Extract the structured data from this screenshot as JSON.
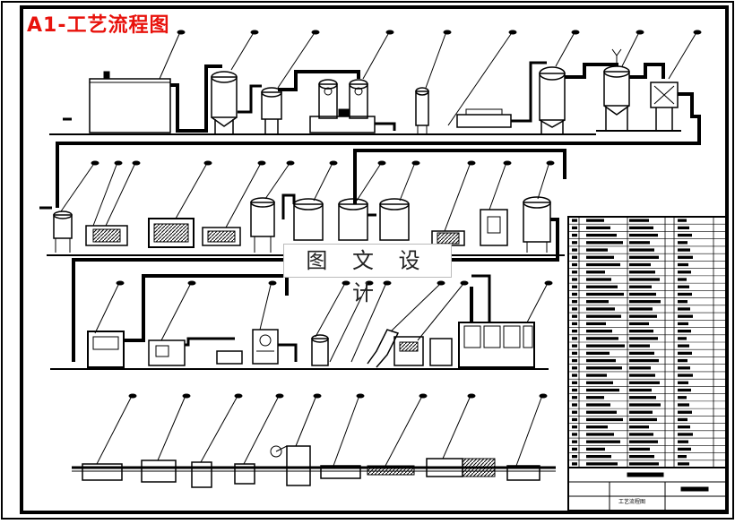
{
  "drawing": {
    "title": "A1-工艺流程图",
    "watermark": "图 文 设 计",
    "title_block_name": "工艺流程图"
  },
  "colors": {
    "title": "#e8120c",
    "line": "#000000",
    "paper": "#ffffff"
  }
}
